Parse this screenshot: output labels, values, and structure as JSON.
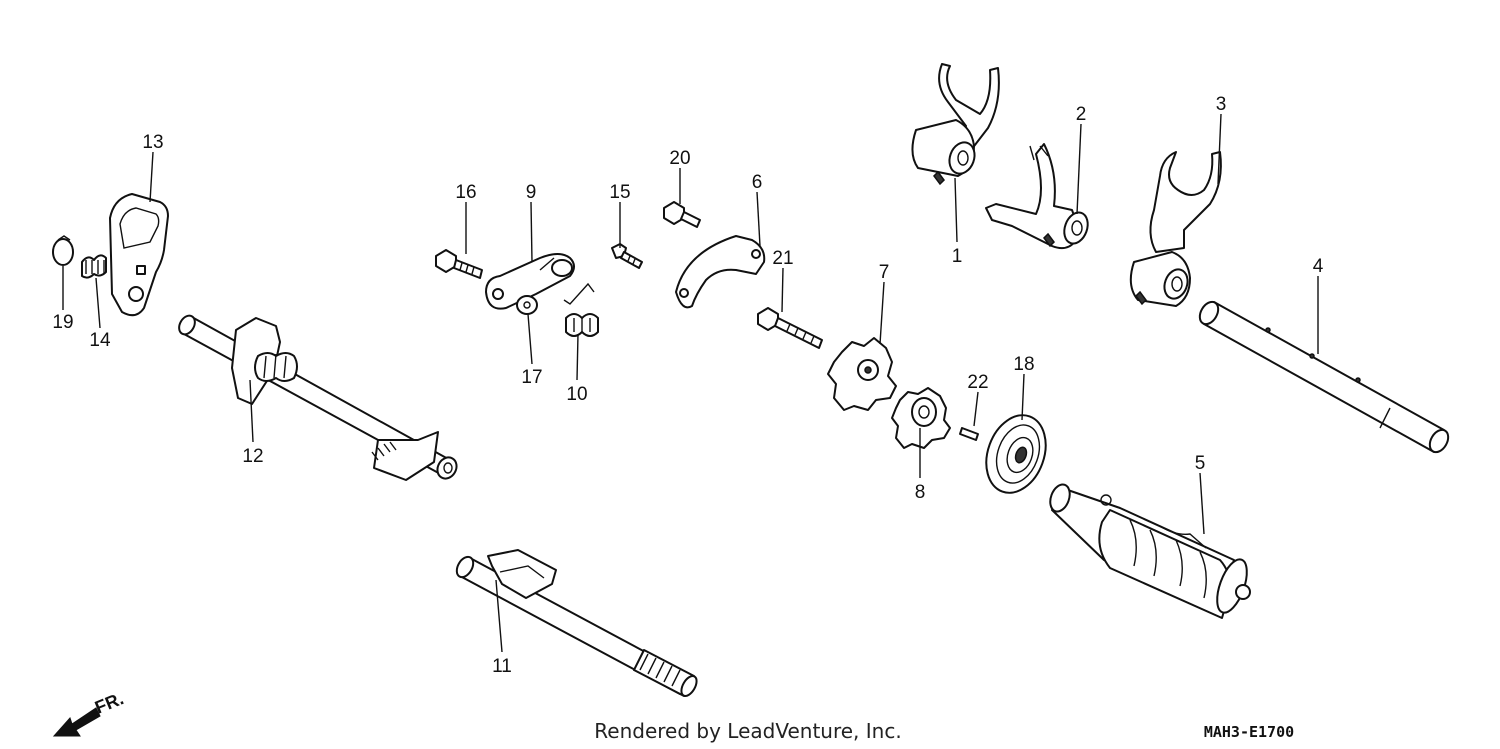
{
  "callouts": {
    "p1": "1",
    "p2": "2",
    "p3": "3",
    "p4": "4",
    "p5": "5",
    "p6": "6",
    "p7": "7",
    "p8": "8",
    "p9": "9",
    "p10": "10",
    "p11": "11",
    "p12": "12",
    "p13": "13",
    "p14": "14",
    "p15": "15",
    "p16": "16",
    "p17": "17",
    "p18": "18",
    "p19": "19",
    "p20": "20",
    "p21": "21",
    "p22": "22"
  },
  "footer": {
    "credit": "Rendered by LeadVenture, Inc.",
    "diagram_code": "MAH3-E1700",
    "direction_label": "FR."
  }
}
